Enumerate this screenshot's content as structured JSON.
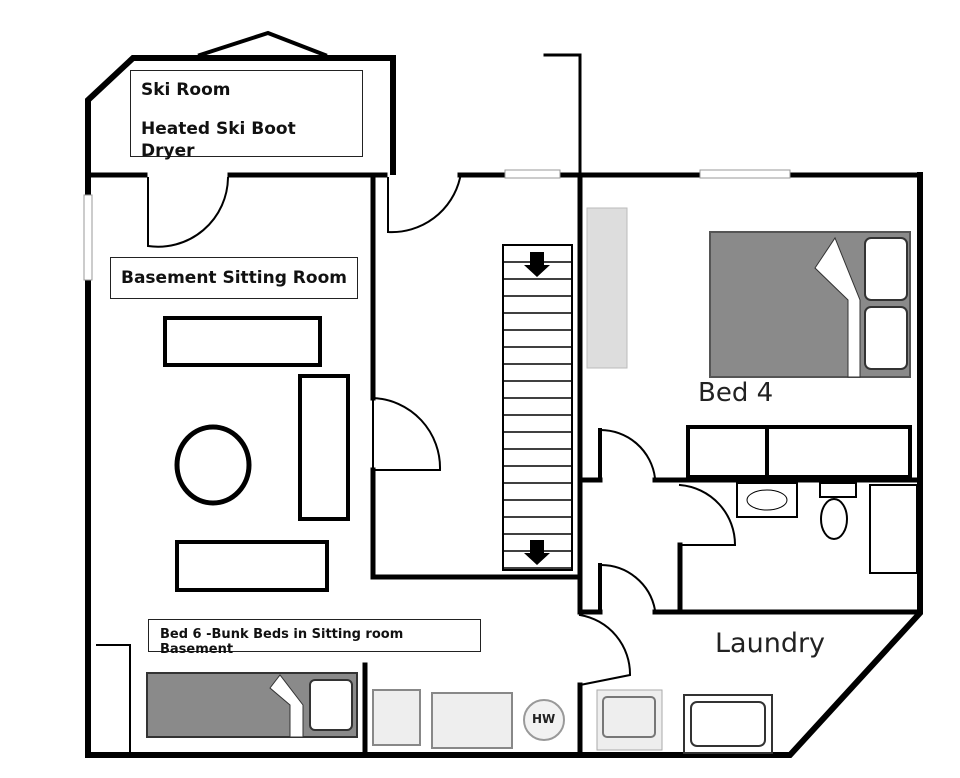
{
  "rooms": {
    "ski_room_title": "Ski Room",
    "ski_room_feature": "Heated Ski Boot Dryer",
    "sitting_room": "Basement Sitting Room",
    "bed4": "Bed 4",
    "bed6": "Bed 6 -Bunk Beds in Sitting room Basement",
    "laundry": "Laundry",
    "water_heater": "HW"
  },
  "colors": {
    "wall": "#000000",
    "fixture_fill": "#8a8a8a",
    "light_fixture": "#d8d8d8"
  }
}
